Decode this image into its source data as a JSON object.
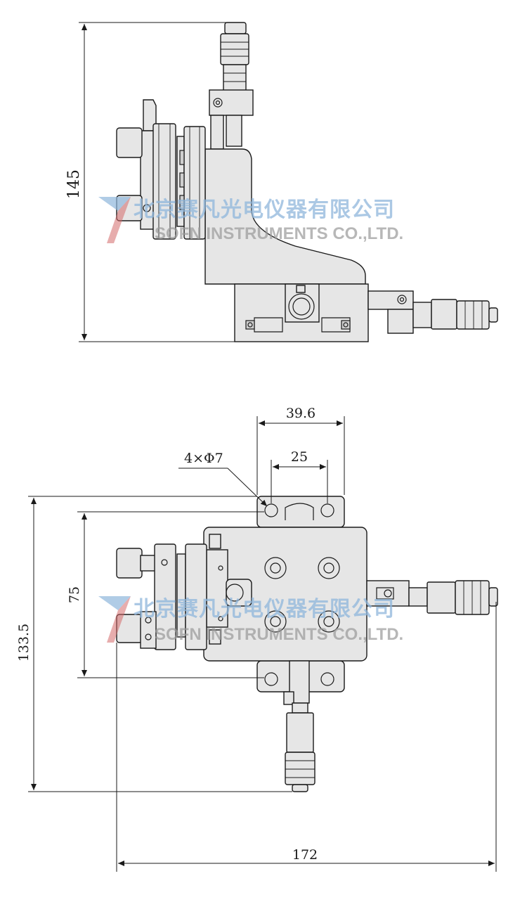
{
  "dimensions": {
    "height_top": "145",
    "width_top": "39.6",
    "hole_spacing": "25",
    "hole_callout": "4×Φ7",
    "height_inner": "75",
    "height_total": "133.5",
    "width_total": "172"
  },
  "watermark": {
    "company_cn": "北京赛凡光电仪器有限公司",
    "company_en": "SOFN INSTRUMENTS CO.,LTD."
  },
  "colors": {
    "line": "#1a1a1a",
    "body_fill": "#e6e6e6",
    "watermark_blue": "#8fb6dc",
    "watermark_red": "#d46a6a"
  }
}
